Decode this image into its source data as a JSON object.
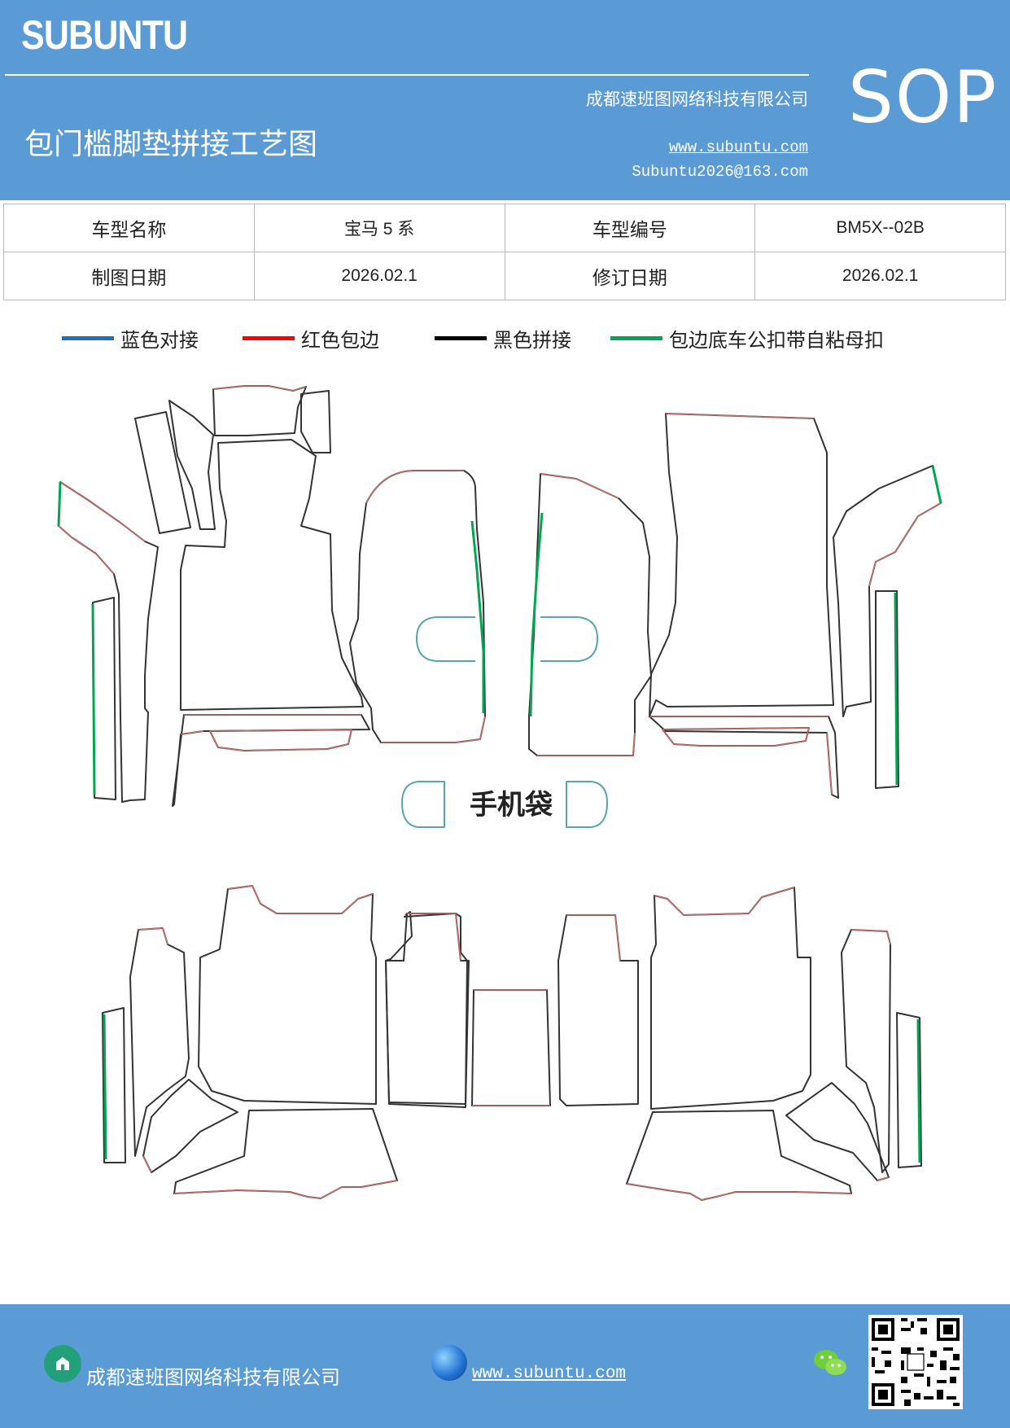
{
  "header": {
    "brand": "SUBUNTU",
    "company": "成都速班图网络科技有限公司",
    "title": "包门槛脚垫拼接工艺图",
    "website": "www.subuntu.com",
    "email": "Subuntu2026@163.com",
    "sop": "SOP",
    "background_color": "#5b9bd5"
  },
  "info_table": {
    "rows": [
      [
        "车型名称",
        "宝马 5 系",
        "车型编号",
        "BM5X--02B"
      ],
      [
        "制图日期",
        "2026.02.1",
        "修订日期",
        "2026.02.1"
      ]
    ]
  },
  "legend": [
    {
      "label": "蓝色对接",
      "color": "#1f6fbf"
    },
    {
      "label": "红色包边",
      "color": "#ff0000"
    },
    {
      "label": "黑色拼接",
      "color": "#000000"
    },
    {
      "label": "包边底车公扣带自粘母扣",
      "color": "#00a651"
    }
  ],
  "drawing": {
    "phone_bag_label": "手机袋",
    "stroke_colors": {
      "outline": "#333333",
      "edge": "#c0706c",
      "velcro": "#00a651",
      "joint": "#5aa4ac"
    }
  },
  "footer": {
    "company": "成都速班图网络科技有限公司",
    "website": "www.subuntu.com ",
    "icons": [
      "building-icon",
      "globe-icon",
      "wechat-icon",
      "qr-code"
    ]
  }
}
